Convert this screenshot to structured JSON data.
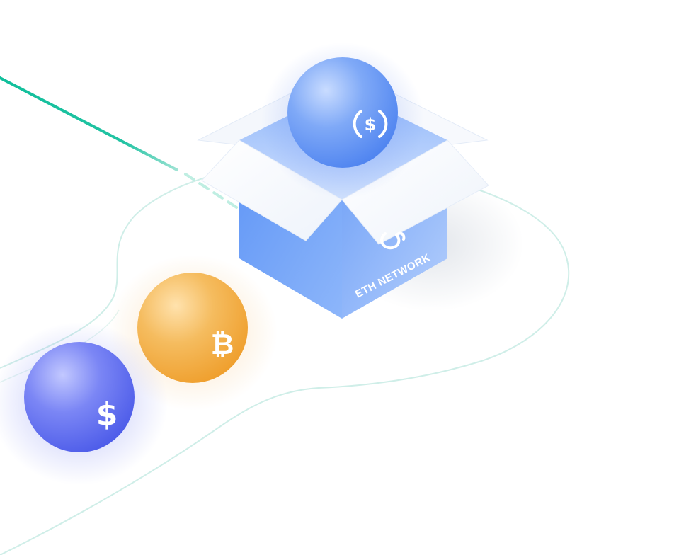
{
  "box": {
    "label": "ETH NETWORK",
    "icon": "ethereum-swirl-icon",
    "color": "#4f8df5"
  },
  "coins": [
    {
      "id": "usdc-coin",
      "glyph": "($)",
      "icon": "usdc-icon",
      "color": "#5b8ff2"
    },
    {
      "id": "bitcoin-coin",
      "glyph": "₿",
      "icon": "bitcoin-icon",
      "color": "#f3b04a"
    },
    {
      "id": "dollar-coin",
      "glyph": "$",
      "icon": "dollar-icon",
      "color": "#6674ee"
    }
  ],
  "colors": {
    "path_line": "#18c2a0",
    "track_outline": "#cfeee8"
  }
}
